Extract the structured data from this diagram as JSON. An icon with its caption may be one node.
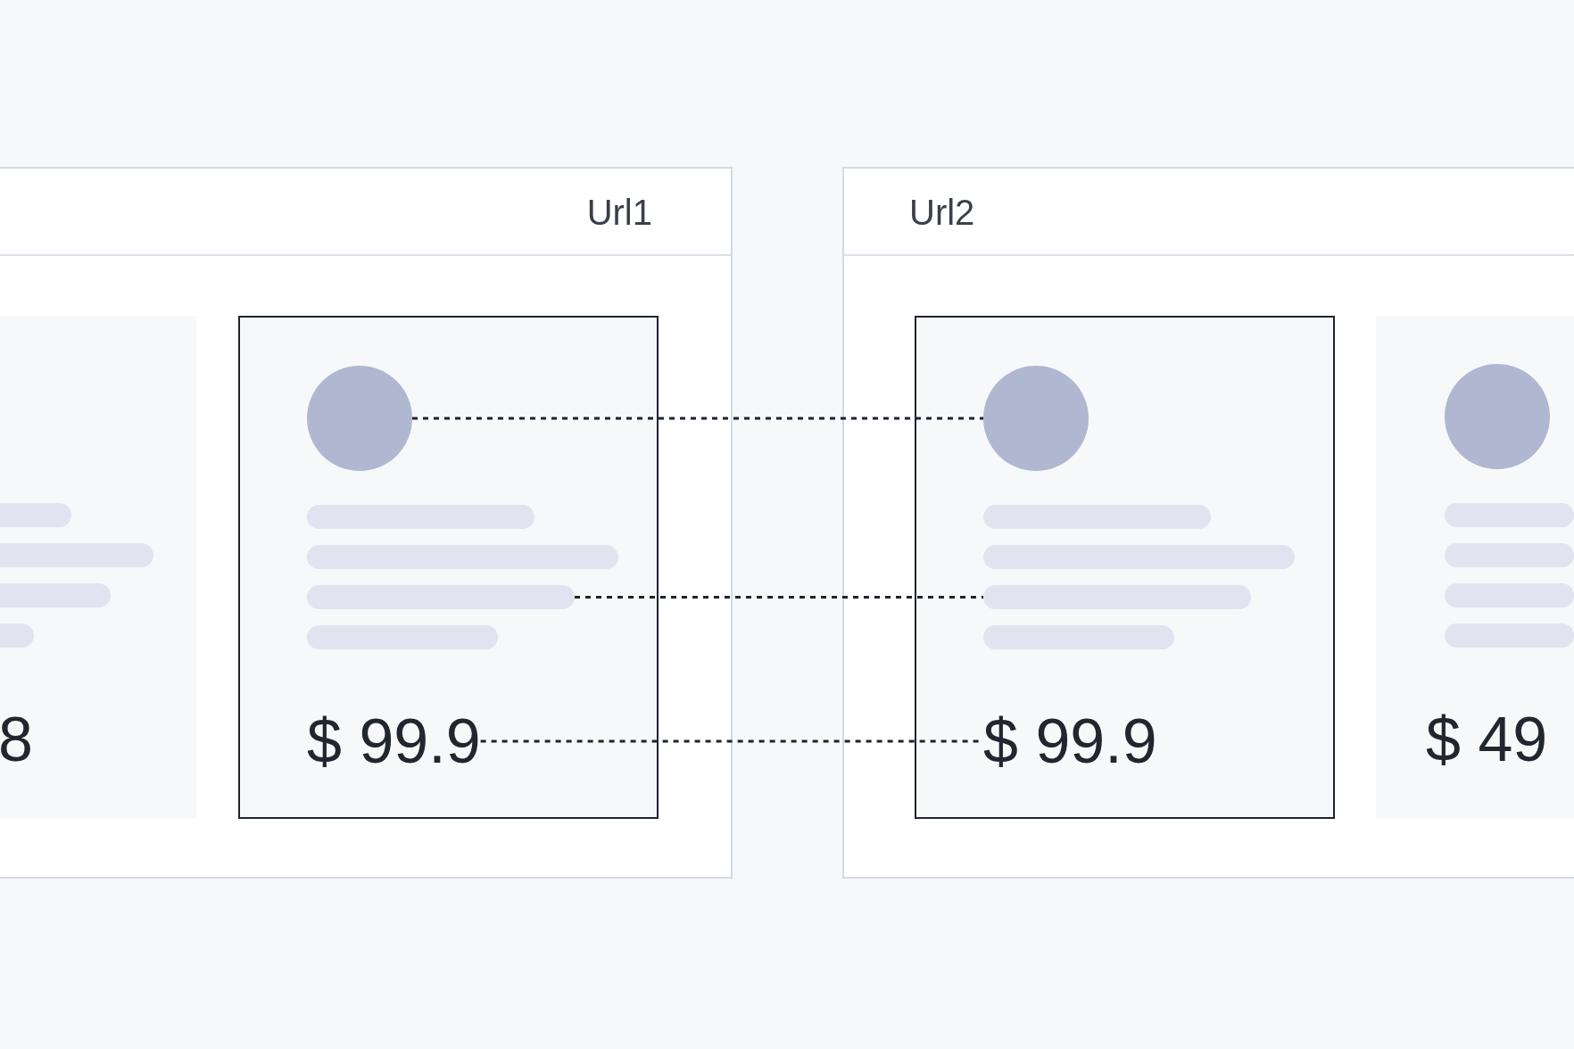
{
  "diagram": {
    "nodes": [
      {
        "text": [
          "Url1"
        ]
      },
      {
        "text": [
          "8"
        ],
        "in": 0
      },
      {
        "text": [],
        "shape": "bar",
        "in": 1
      },
      {
        "text": [],
        "shape": "bar",
        "in": 1
      },
      {
        "text": [],
        "shape": "bar",
        "in": 1
      },
      {
        "text": [],
        "shape": "bar",
        "in": 1
      },
      {
        "text": [],
        "shape": "box",
        "in": 0
      },
      {
        "text": [],
        "shape": "circle",
        "in": 6
      },
      {
        "text": [],
        "shape": "bar",
        "in": 6
      },
      {
        "text": [],
        "shape": "bar",
        "in": 6
      },
      {
        "text": [],
        "shape": "bar",
        "in": 6
      },
      {
        "text": [],
        "shape": "bar",
        "in": 6
      },
      {
        "text": [
          "$ 99.9"
        ],
        "in": 6
      },
      {
        "text": [
          "Url2"
        ]
      },
      {
        "text": [],
        "shape": "box",
        "in": 13
      },
      {
        "text": [],
        "shape": "circle",
        "in": 14
      },
      {
        "text": [],
        "shape": "bar",
        "in": 14
      },
      {
        "text": [],
        "shape": "bar",
        "in": 14
      },
      {
        "text": [],
        "shape": "bar",
        "in": 14
      },
      {
        "text": [],
        "shape": "bar",
        "in": 14
      },
      {
        "text": [
          "$ 99.9"
        ],
        "in": 14
      },
      {
        "text": [
          "$ 49"
        ],
        "in": 13
      },
      {
        "text": [],
        "shape": "circle",
        "in": 21
      },
      {
        "text": [],
        "shape": "bar",
        "in": 21
      },
      {
        "text": [],
        "shape": "bar",
        "in": 21
      },
      {
        "text": [],
        "shape": "bar",
        "in": 21
      },
      {
        "text": [],
        "shape": "bar",
        "in": 21
      }
    ],
    "edges": [
      {
        "from": 7,
        "to": 15,
        "arrow": "none",
        "style": "dashed"
      },
      {
        "from": 10,
        "to": 18,
        "arrow": "none",
        "style": "dashed"
      },
      {
        "from": 12,
        "to": 20,
        "arrow": "none",
        "style": "dashed"
      }
    ]
  }
}
